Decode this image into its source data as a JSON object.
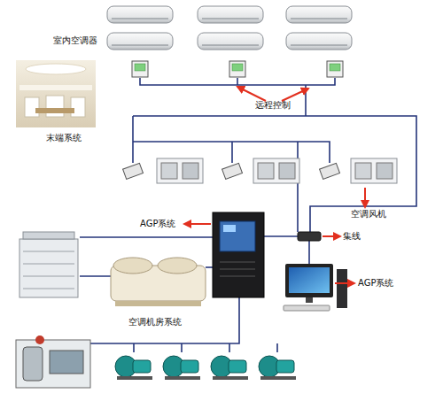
{
  "diagram": {
    "labels": [
      "室内空调器",
      "远程控制",
      "末端系统",
      "空调风机",
      "AGP系统",
      "集线",
      "AGP系统",
      "空调机房系统"
    ]
  }
}
